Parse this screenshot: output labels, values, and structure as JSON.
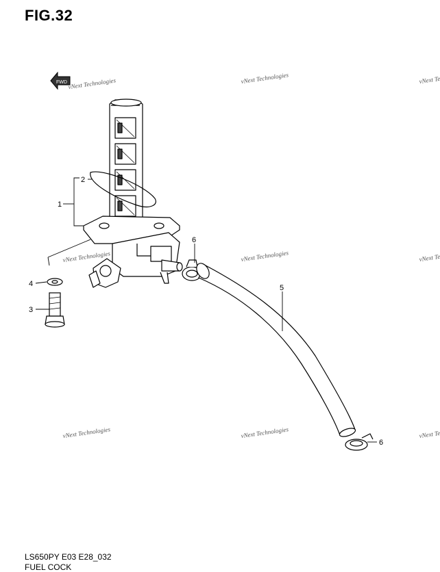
{
  "figure": {
    "title": "FIG.32"
  },
  "footer": {
    "code": "LS650PY E03 E28_032",
    "name": "FUEL COCK"
  },
  "orientation_label": "FWD",
  "watermark": {
    "text": "vNext Technologies"
  },
  "callouts": {
    "c1": "1",
    "c2": "2",
    "c3": "3",
    "c4": "4",
    "c5": "5",
    "c6a": "6",
    "c6b": "6"
  }
}
